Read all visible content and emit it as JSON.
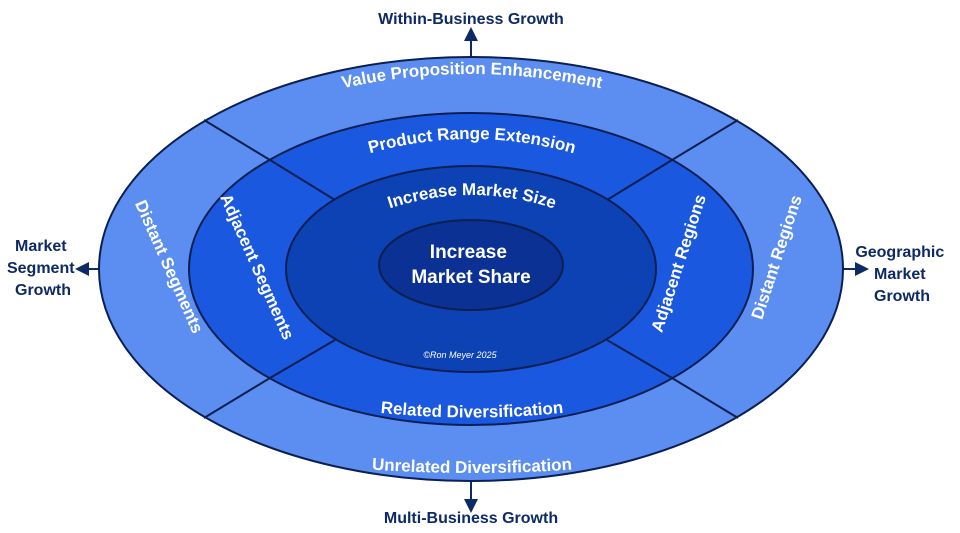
{
  "axes": {
    "top": "Within-Business Growth",
    "bottom": "Multi-Business Growth",
    "left": [
      "Market",
      "Segment",
      "Growth"
    ],
    "right": [
      "Geographic",
      "Market",
      "Growth"
    ]
  },
  "outer_ring": {
    "top": "Value Proposition Enhancement",
    "bottom": "Unrelated Diversification",
    "left": "Distant Segments",
    "right": "Distant Regions"
  },
  "middle_ring": {
    "top": "Product Range Extension",
    "bottom": "Related Diversification",
    "left": "Adjacent Segments",
    "right": "Adjacent Regions"
  },
  "inner_ring": {
    "top": "Increase Market Size",
    "copyright": "©Ron Meyer 2025"
  },
  "center": [
    "Increase",
    "Market Share"
  ],
  "colors": {
    "outer": "#5b8ef0",
    "middle": "#1a58e0",
    "inner": "#0d42b4",
    "core": "#0b3194",
    "stroke": "#0b1f52",
    "axis": "#0d2a66"
  }
}
